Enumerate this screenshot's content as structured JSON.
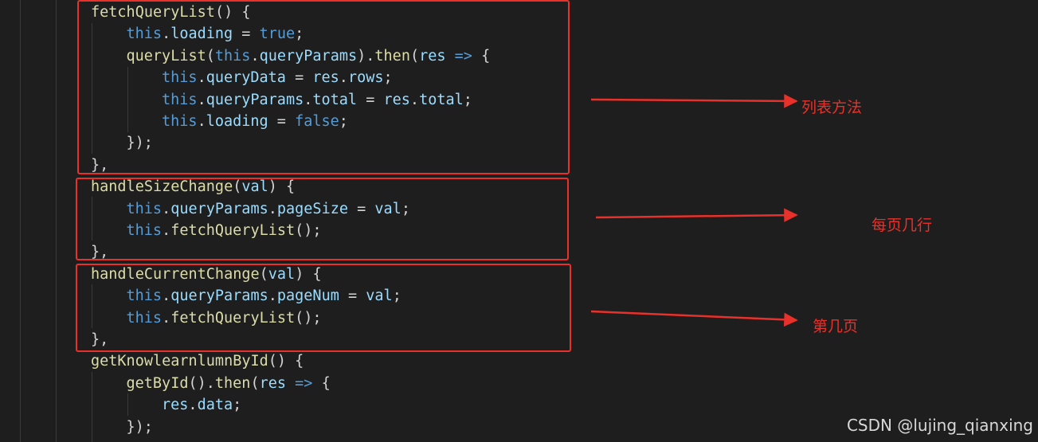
{
  "colors": {
    "background": "#1e1e1e",
    "function_name": "#dcdcaa",
    "keyword": "#569cd6",
    "property": "#9cdcfe",
    "punctuation": "#d4d4d4",
    "annotation_red": "#e8312a"
  },
  "code": {
    "lines": [
      {
        "indent": 1,
        "tokens": [
          {
            "t": "fetchQueryList",
            "c": "fn"
          },
          {
            "t": "() {",
            "c": "punc"
          }
        ]
      },
      {
        "indent": 2,
        "tokens": [
          {
            "t": "this",
            "c": "kw"
          },
          {
            "t": ".",
            "c": "punc"
          },
          {
            "t": "loading",
            "c": "prop"
          },
          {
            "t": " = ",
            "c": "punc"
          },
          {
            "t": "true",
            "c": "kw"
          },
          {
            "t": ";",
            "c": "punc"
          }
        ]
      },
      {
        "indent": 2,
        "tokens": [
          {
            "t": "queryList",
            "c": "fn"
          },
          {
            "t": "(",
            "c": "punc"
          },
          {
            "t": "this",
            "c": "kw"
          },
          {
            "t": ".",
            "c": "punc"
          },
          {
            "t": "queryParams",
            "c": "prop"
          },
          {
            "t": ").",
            "c": "punc"
          },
          {
            "t": "then",
            "c": "fn"
          },
          {
            "t": "(",
            "c": "punc"
          },
          {
            "t": "res",
            "c": "prop"
          },
          {
            "t": " ",
            "c": "punc"
          },
          {
            "t": "=>",
            "c": "kw"
          },
          {
            "t": " {",
            "c": "punc"
          }
        ]
      },
      {
        "indent": 3,
        "tokens": [
          {
            "t": "this",
            "c": "kw"
          },
          {
            "t": ".",
            "c": "punc"
          },
          {
            "t": "queryData",
            "c": "prop"
          },
          {
            "t": " = ",
            "c": "punc"
          },
          {
            "t": "res",
            "c": "prop"
          },
          {
            "t": ".",
            "c": "punc"
          },
          {
            "t": "rows",
            "c": "prop"
          },
          {
            "t": ";",
            "c": "punc"
          }
        ]
      },
      {
        "indent": 3,
        "tokens": [
          {
            "t": "this",
            "c": "kw"
          },
          {
            "t": ".",
            "c": "punc"
          },
          {
            "t": "queryParams",
            "c": "prop"
          },
          {
            "t": ".",
            "c": "punc"
          },
          {
            "t": "total",
            "c": "prop"
          },
          {
            "t": " = ",
            "c": "punc"
          },
          {
            "t": "res",
            "c": "prop"
          },
          {
            "t": ".",
            "c": "punc"
          },
          {
            "t": "total",
            "c": "prop"
          },
          {
            "t": ";",
            "c": "punc"
          }
        ]
      },
      {
        "indent": 3,
        "tokens": [
          {
            "t": "this",
            "c": "kw"
          },
          {
            "t": ".",
            "c": "punc"
          },
          {
            "t": "loading",
            "c": "prop"
          },
          {
            "t": " = ",
            "c": "punc"
          },
          {
            "t": "false",
            "c": "kw"
          },
          {
            "t": ";",
            "c": "punc"
          }
        ]
      },
      {
        "indent": 2,
        "tokens": [
          {
            "t": "});",
            "c": "punc"
          }
        ]
      },
      {
        "indent": 1,
        "tokens": [
          {
            "t": "},",
            "c": "punc"
          }
        ]
      },
      {
        "indent": 1,
        "tokens": [
          {
            "t": "handleSizeChange",
            "c": "fn"
          },
          {
            "t": "(",
            "c": "punc"
          },
          {
            "t": "val",
            "c": "prop"
          },
          {
            "t": ") {",
            "c": "punc"
          }
        ]
      },
      {
        "indent": 2,
        "tokens": [
          {
            "t": "this",
            "c": "kw"
          },
          {
            "t": ".",
            "c": "punc"
          },
          {
            "t": "queryParams",
            "c": "prop"
          },
          {
            "t": ".",
            "c": "punc"
          },
          {
            "t": "pageSize",
            "c": "prop"
          },
          {
            "t": " = ",
            "c": "punc"
          },
          {
            "t": "val",
            "c": "prop"
          },
          {
            "t": ";",
            "c": "punc"
          }
        ]
      },
      {
        "indent": 2,
        "tokens": [
          {
            "t": "this",
            "c": "kw"
          },
          {
            "t": ".",
            "c": "punc"
          },
          {
            "t": "fetchQueryList",
            "c": "fn"
          },
          {
            "t": "();",
            "c": "punc"
          }
        ]
      },
      {
        "indent": 1,
        "tokens": [
          {
            "t": "},",
            "c": "punc"
          }
        ]
      },
      {
        "indent": 1,
        "tokens": [
          {
            "t": "handleCurrentChange",
            "c": "fn"
          },
          {
            "t": "(",
            "c": "punc"
          },
          {
            "t": "val",
            "c": "prop"
          },
          {
            "t": ") {",
            "c": "punc"
          }
        ]
      },
      {
        "indent": 2,
        "tokens": [
          {
            "t": "this",
            "c": "kw"
          },
          {
            "t": ".",
            "c": "punc"
          },
          {
            "t": "queryParams",
            "c": "prop"
          },
          {
            "t": ".",
            "c": "punc"
          },
          {
            "t": "pageNum",
            "c": "prop"
          },
          {
            "t": " = ",
            "c": "punc"
          },
          {
            "t": "val",
            "c": "prop"
          },
          {
            "t": ";",
            "c": "punc"
          }
        ]
      },
      {
        "indent": 2,
        "tokens": [
          {
            "t": "this",
            "c": "kw"
          },
          {
            "t": ".",
            "c": "punc"
          },
          {
            "t": "fetchQueryList",
            "c": "fn"
          },
          {
            "t": "();",
            "c": "punc"
          }
        ]
      },
      {
        "indent": 1,
        "tokens": [
          {
            "t": "},",
            "c": "punc"
          }
        ]
      },
      {
        "indent": 1,
        "tokens": [
          {
            "t": "getKnowlearnlumnById",
            "c": "fn"
          },
          {
            "t": "() {",
            "c": "punc"
          }
        ]
      },
      {
        "indent": 2,
        "tokens": [
          {
            "t": "getById",
            "c": "fn"
          },
          {
            "t": "().",
            "c": "punc"
          },
          {
            "t": "then",
            "c": "fn"
          },
          {
            "t": "(",
            "c": "punc"
          },
          {
            "t": "res",
            "c": "prop"
          },
          {
            "t": " ",
            "c": "punc"
          },
          {
            "t": "=>",
            "c": "kw"
          },
          {
            "t": " {",
            "c": "punc"
          }
        ]
      },
      {
        "indent": 3,
        "tokens": [
          {
            "t": "res",
            "c": "prop"
          },
          {
            "t": ".",
            "c": "punc"
          },
          {
            "t": "data",
            "c": "prop"
          },
          {
            "t": ";",
            "c": "punc"
          }
        ]
      },
      {
        "indent": 2,
        "tokens": [
          {
            "t": "});",
            "c": "punc"
          }
        ]
      }
    ]
  },
  "annotations": {
    "list_method": "列表方法",
    "page_size": "每页几行",
    "page_num": "第几页"
  },
  "watermark": "CSDN @lujing_qianxing"
}
